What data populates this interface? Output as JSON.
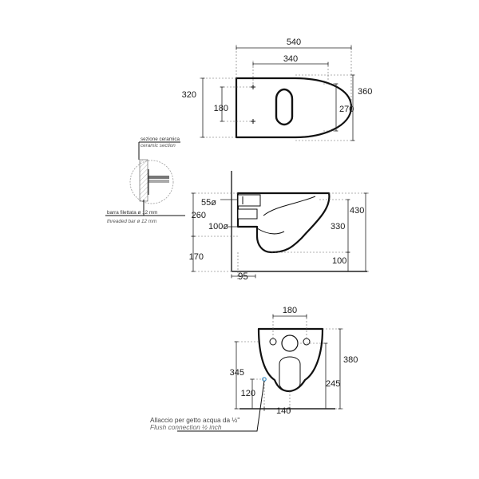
{
  "colors": {
    "line": "#111111",
    "dimension": "#222222",
    "accent": "#3a8fc8",
    "background": "#ffffff"
  },
  "top_view": {
    "dims": {
      "overall_width": "540",
      "fixing_width": "340",
      "overall_depth": "360",
      "seat_depth": "320",
      "inner_depth": "270",
      "fixing_spacing": "180"
    }
  },
  "side_view": {
    "dims": {
      "outlet_diameter": "55ø",
      "waste_diameter": "100ø",
      "waste_height": "260",
      "bowl_height": "330",
      "total_height": "430",
      "floor_to_waste": "170",
      "rim_to_floor": "100",
      "wall_offset": "95"
    },
    "callouts": {
      "section_it": "sezione ceramica",
      "section_en": "ceramic section",
      "bar_it": "barra filettata ø 12 mm",
      "bar_en": "threaded bar ø 12 mm"
    }
  },
  "rear_view": {
    "dims": {
      "fixing_spacing": "180",
      "total_height": "380",
      "supply_height": "345",
      "outlet_height": "245",
      "supply_floor": "120",
      "offset": "140"
    },
    "callouts": {
      "flush_it": "Allaccio per getto acqua da ½\"",
      "flush_en": "Flush connection ½ inch"
    }
  }
}
